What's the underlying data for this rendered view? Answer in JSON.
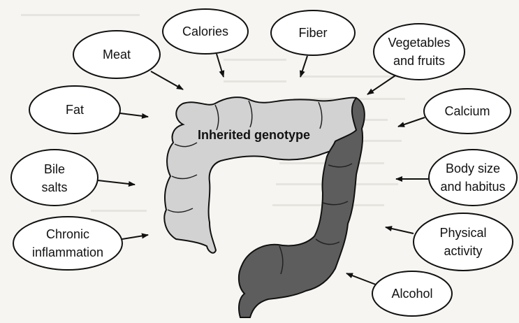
{
  "colors": {
    "background": "#f6f5f1",
    "colon_light": "#d2d2d2",
    "colon_dark": "#5d5d5d",
    "outline": "#111111",
    "bleed_text": "#e4e2dc"
  },
  "center_label": "Inherited genotype",
  "factors": {
    "meat": [
      "Meat"
    ],
    "calories": [
      "Calories"
    ],
    "fiber": [
      "Fiber"
    ],
    "vegetables_and_fruits": [
      "Vegetables",
      "and fruits"
    ],
    "fat": [
      "Fat"
    ],
    "calcium": [
      "Calcium"
    ],
    "bile_salts": [
      "Bile",
      "salts"
    ],
    "body_size_and_habitus": [
      "Body size",
      "and habitus"
    ],
    "chronic_inflammation": [
      "Chronic",
      "inflammation"
    ],
    "physical_activity": [
      "Physical",
      "activity"
    ],
    "alcohol": [
      "Alcohol"
    ]
  }
}
